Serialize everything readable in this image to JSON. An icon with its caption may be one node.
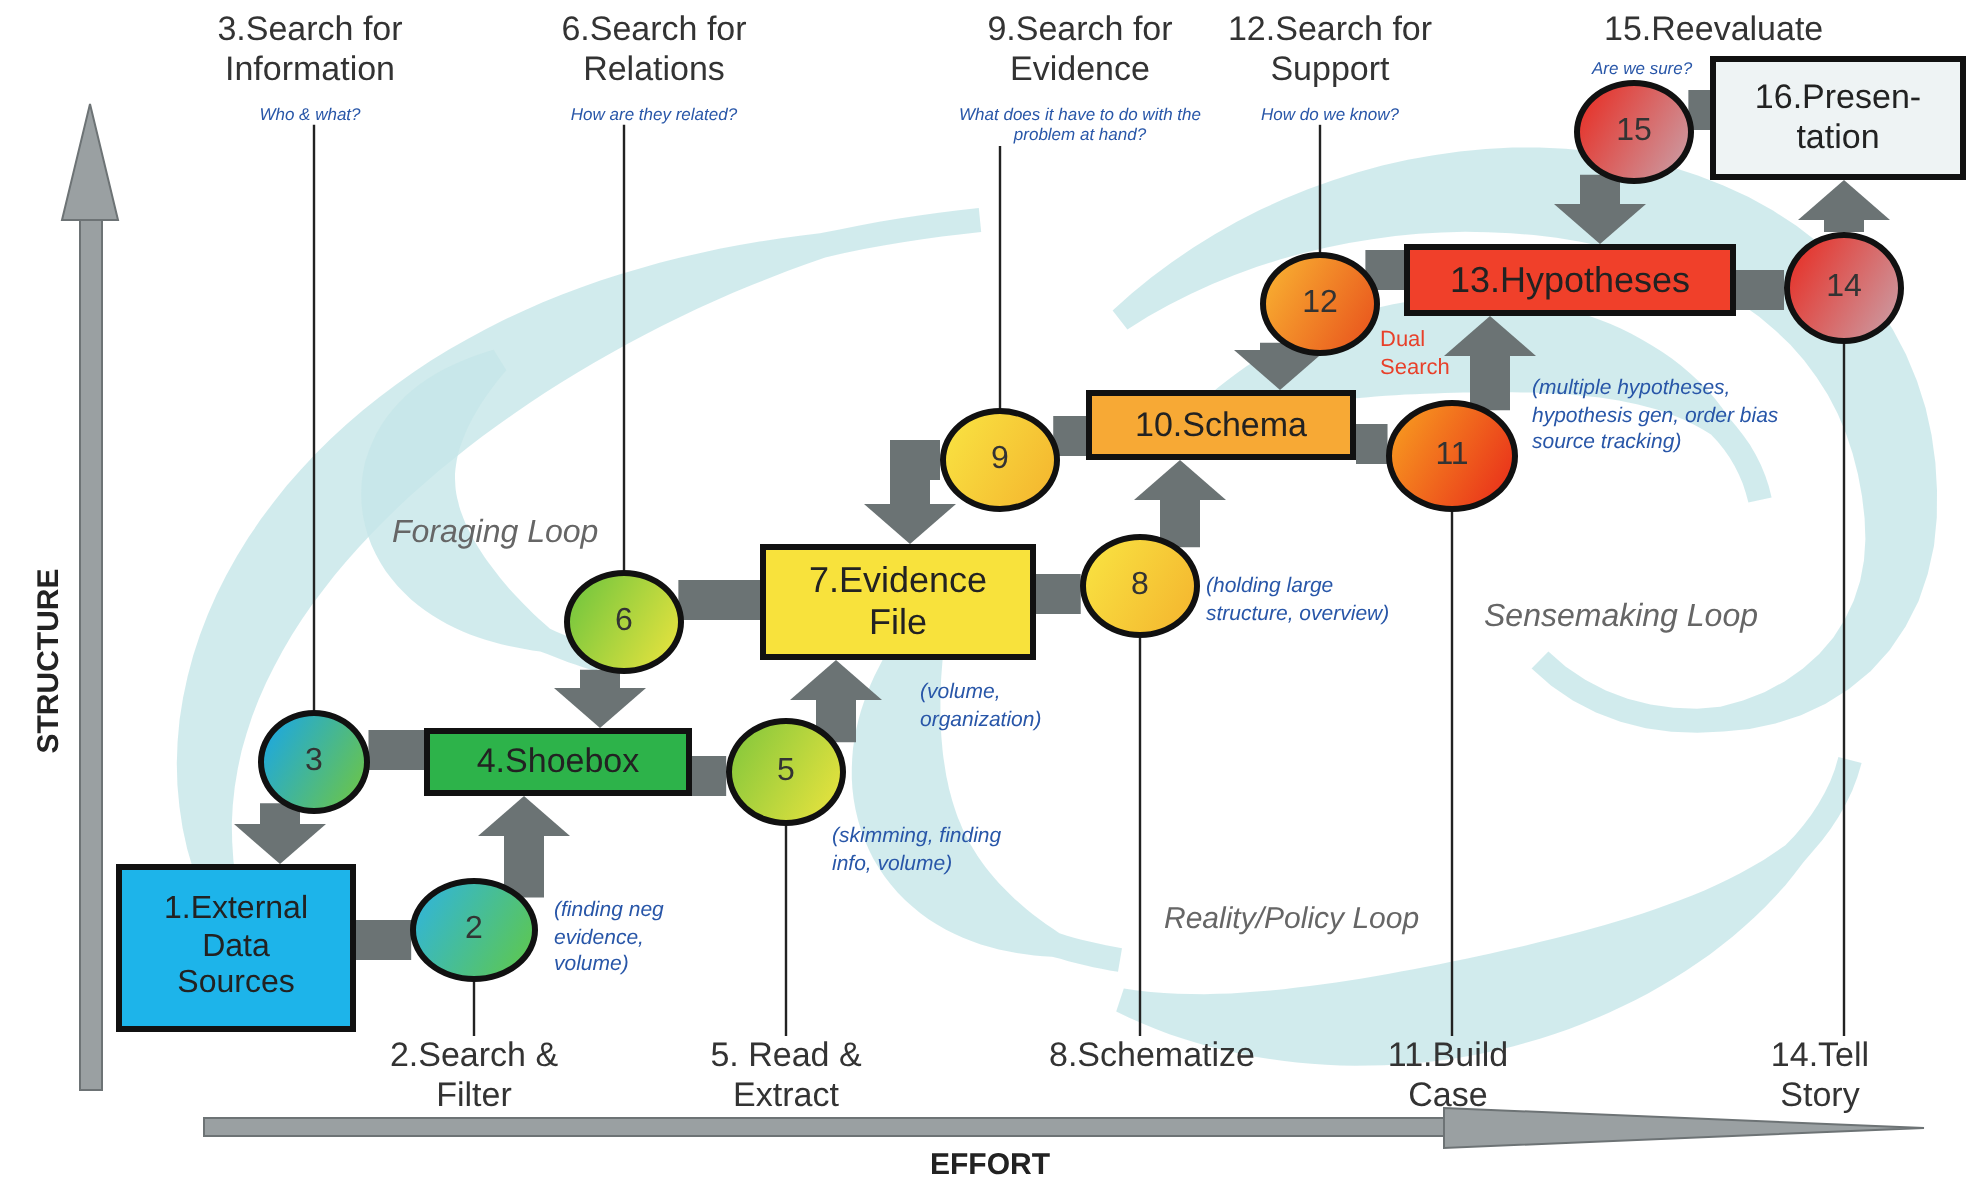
{
  "diagram": {
    "nodes": [
      {
        "text": [
          "1.External Data Sources"
        ]
      },
      {
        "text": [
          "2"
        ]
      },
      {
        "text": [
          "3"
        ]
      },
      {
        "text": [
          "4.Shoebox"
        ]
      },
      {
        "text": [
          "5"
        ]
      },
      {
        "text": [
          "6"
        ]
      },
      {
        "text": [
          "7.Evidence File"
        ]
      },
      {
        "text": [
          "8"
        ]
      },
      {
        "text": [
          "9"
        ]
      },
      {
        "text": [
          "10.Schema"
        ]
      },
      {
        "text": [
          "11"
        ]
      },
      {
        "text": [
          "12"
        ]
      },
      {
        "text": [
          "13.Hypotheses"
        ]
      },
      {
        "text": [
          "14"
        ]
      },
      {
        "text": [
          "15"
        ],
        "beside": [
          "15.Reevaluate",
          "Are we sure?"
        ]
      },
      {
        "text": [
          "16.Presen-tation"
        ]
      },
      {
        "text": [
          "3.Search for Information",
          "Who & what?"
        ]
      },
      {
        "text": [
          "6.Search for Relations",
          "How are they related?"
        ]
      },
      {
        "text": [
          "9.Search for Evidence",
          "What does it have to do with the problem at hand?"
        ]
      },
      {
        "text": [
          "12.Search for Support",
          "How do we know?"
        ]
      },
      {
        "text": [
          "2.Search & Filter"
        ]
      },
      {
        "text": [
          "5. Read & Extract"
        ]
      },
      {
        "text": [
          "8.Schematize"
        ]
      },
      {
        "text": [
          "11.Build Case"
        ]
      },
      {
        "text": [
          "14.Tell Story"
        ]
      }
    ],
    "edges": [
      {
        "from": 0,
        "to": 1,
        "arrow": "none"
      },
      {
        "from": 1,
        "to": 3,
        "arrow": "to"
      },
      {
        "from": 3,
        "to": 4,
        "arrow": "none"
      },
      {
        "from": 4,
        "to": 6,
        "arrow": "to"
      },
      {
        "from": 6,
        "to": 7,
        "arrow": "none"
      },
      {
        "from": 7,
        "to": 9,
        "arrow": "to"
      },
      {
        "from": 9,
        "to": 10,
        "arrow": "none"
      },
      {
        "from": 10,
        "to": 12,
        "arrow": "to"
      },
      {
        "from": 12,
        "to": 13,
        "arrow": "none"
      },
      {
        "from": 13,
        "to": 15,
        "arrow": "to"
      },
      {
        "from": 15,
        "to": 14,
        "arrow": "none"
      },
      {
        "from": 14,
        "to": 12,
        "arrow": "to"
      },
      {
        "from": 12,
        "to": 11,
        "arrow": "none"
      },
      {
        "from": 11,
        "to": 9,
        "arrow": "to"
      },
      {
        "from": 9,
        "to": 8,
        "arrow": "none"
      },
      {
        "from": 8,
        "to": 6,
        "arrow": "to"
      },
      {
        "from": 6,
        "to": 5,
        "arrow": "none"
      },
      {
        "from": 5,
        "to": 3,
        "arrow": "to"
      },
      {
        "from": 3,
        "to": 2,
        "arrow": "none"
      },
      {
        "from": 2,
        "to": 0,
        "arrow": "to"
      },
      {
        "from": 16,
        "to": 2,
        "arrow": "none",
        "color": "#222222"
      },
      {
        "from": 17,
        "to": 5,
        "arrow": "none",
        "color": "#222222"
      },
      {
        "from": 18,
        "to": 8,
        "arrow": "none",
        "color": "#222222"
      },
      {
        "from": 19,
        "to": 11,
        "arrow": "none",
        "color": "#222222"
      },
      {
        "from": 20,
        "to": 1,
        "arrow": "none",
        "color": "#222222"
      },
      {
        "from": 21,
        "to": 4,
        "arrow": "none",
        "color": "#222222"
      },
      {
        "from": 22,
        "to": 7,
        "arrow": "none",
        "color": "#222222"
      },
      {
        "from": 23,
        "to": 10,
        "arrow": "none",
        "color": "#222222"
      },
      {
        "from": 24,
        "to": 13,
        "arrow": "none",
        "color": "#222222"
      }
    ],
    "labels": [
      "Dual Search",
      "(multiple hypotheses, hypothesis gen, order bias source tracking)",
      "Foraging Loop",
      "(holding large structure, overview)",
      "Sensemaking Loop",
      "STRUCTURE",
      "(volume, organization)",
      "(skimming, finding info, volume)",
      "(finding neg evidence, volume)",
      "Reality/Policy Loop",
      "EFFORT"
    ]
  }
}
